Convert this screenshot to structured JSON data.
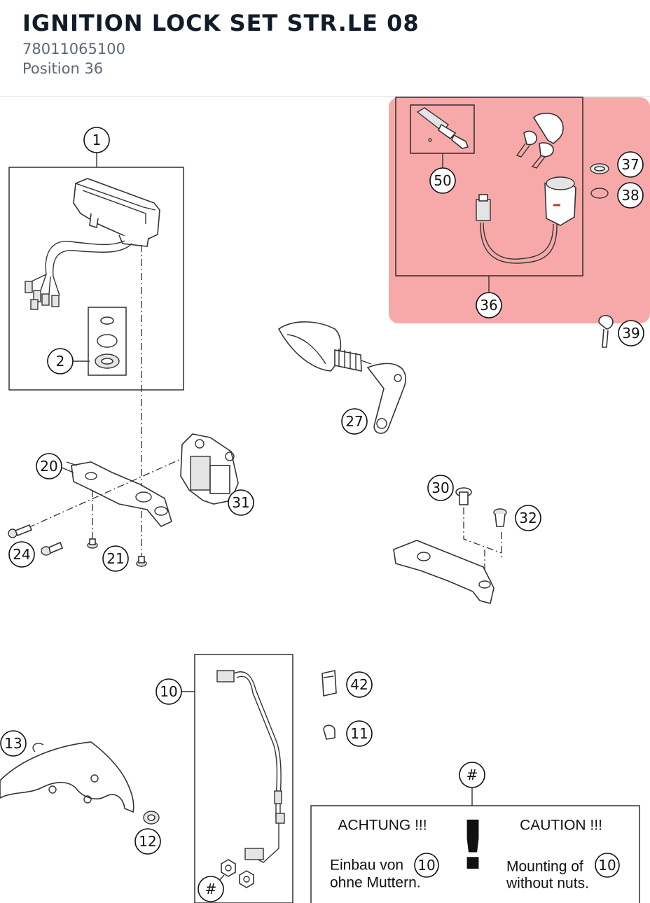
{
  "header": {
    "title": "IGNITION LOCK SET STR.LE 08",
    "part_number": "78011065100",
    "position": "Position 36"
  },
  "highlight_color": "#f7a9a9",
  "callouts": {
    "c1": "1",
    "c2": "2",
    "c10": "10",
    "c11": "11",
    "c12": "12",
    "c13": "13",
    "c20": "20",
    "c21": "21",
    "c24": "24",
    "c27": "27",
    "c30": "30",
    "c31": "31",
    "c32": "32",
    "c36": "36",
    "c37": "37",
    "c38": "38",
    "c39": "39",
    "c42": "42",
    "c50": "50",
    "hash_top": "#",
    "hash_bottom": "#"
  },
  "notice": {
    "de_heading": "ACHTUNG !!!",
    "de_line1": "Einbau von",
    "de_line2": "ohne Muttern.",
    "en_heading": "CAUTION !!!",
    "en_line1": "Mounting of",
    "en_line2": "without nuts.",
    "exclamation": "!",
    "ref_de": "10",
    "ref_en": "10"
  }
}
